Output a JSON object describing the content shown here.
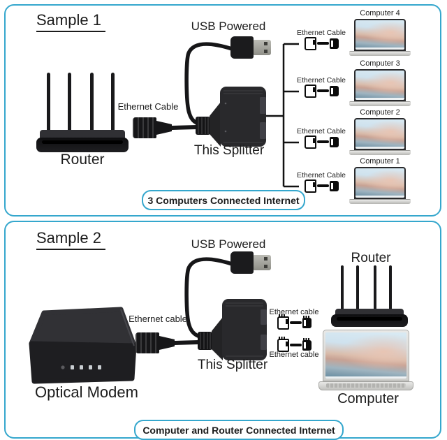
{
  "colors": {
    "accent": "#35a7cd",
    "text": "#1c1c1c"
  },
  "icons": {
    "rj45-cable-icon": "two black RJ45 plugs joined by a cord (css shapes)",
    "usb-plug-icon": "black USB-A plug with silver tip (css shapes)",
    "rj45-coupler-icon": "black female ethernet coupler (css shapes)"
  },
  "sample1": {
    "title": "Sample 1",
    "usb_powered_label": "USB Powered",
    "ethernet_cable_label": "Ethernet Cable",
    "router_label": "Router",
    "splitter_label": "This Splitter",
    "branches": [
      {
        "cable_label": "Ethernet Cable",
        "computer_label": "Computer 4"
      },
      {
        "cable_label": "Ethernet Cable",
        "computer_label": "Computer 3"
      },
      {
        "cable_label": "Ethernet Cable",
        "computer_label": "Computer 2"
      },
      {
        "cable_label": "Ethernet Cable",
        "computer_label": "Computer 1"
      }
    ],
    "caption": "3 Computers Connected Internet"
  },
  "sample2": {
    "title": "Sample 2",
    "usb_powered_label": "USB Powered",
    "ethernet_cable_label": "Ethernet cable",
    "modem_label": "Optical Modem",
    "splitter_label": "This Splitter",
    "outputs": [
      {
        "cable_label": "Ethernet cable",
        "device_label": "Router"
      },
      {
        "cable_label": "Ethernet cable",
        "device_label": "Computer"
      }
    ],
    "caption": "Computer and Router Connected Internet"
  }
}
